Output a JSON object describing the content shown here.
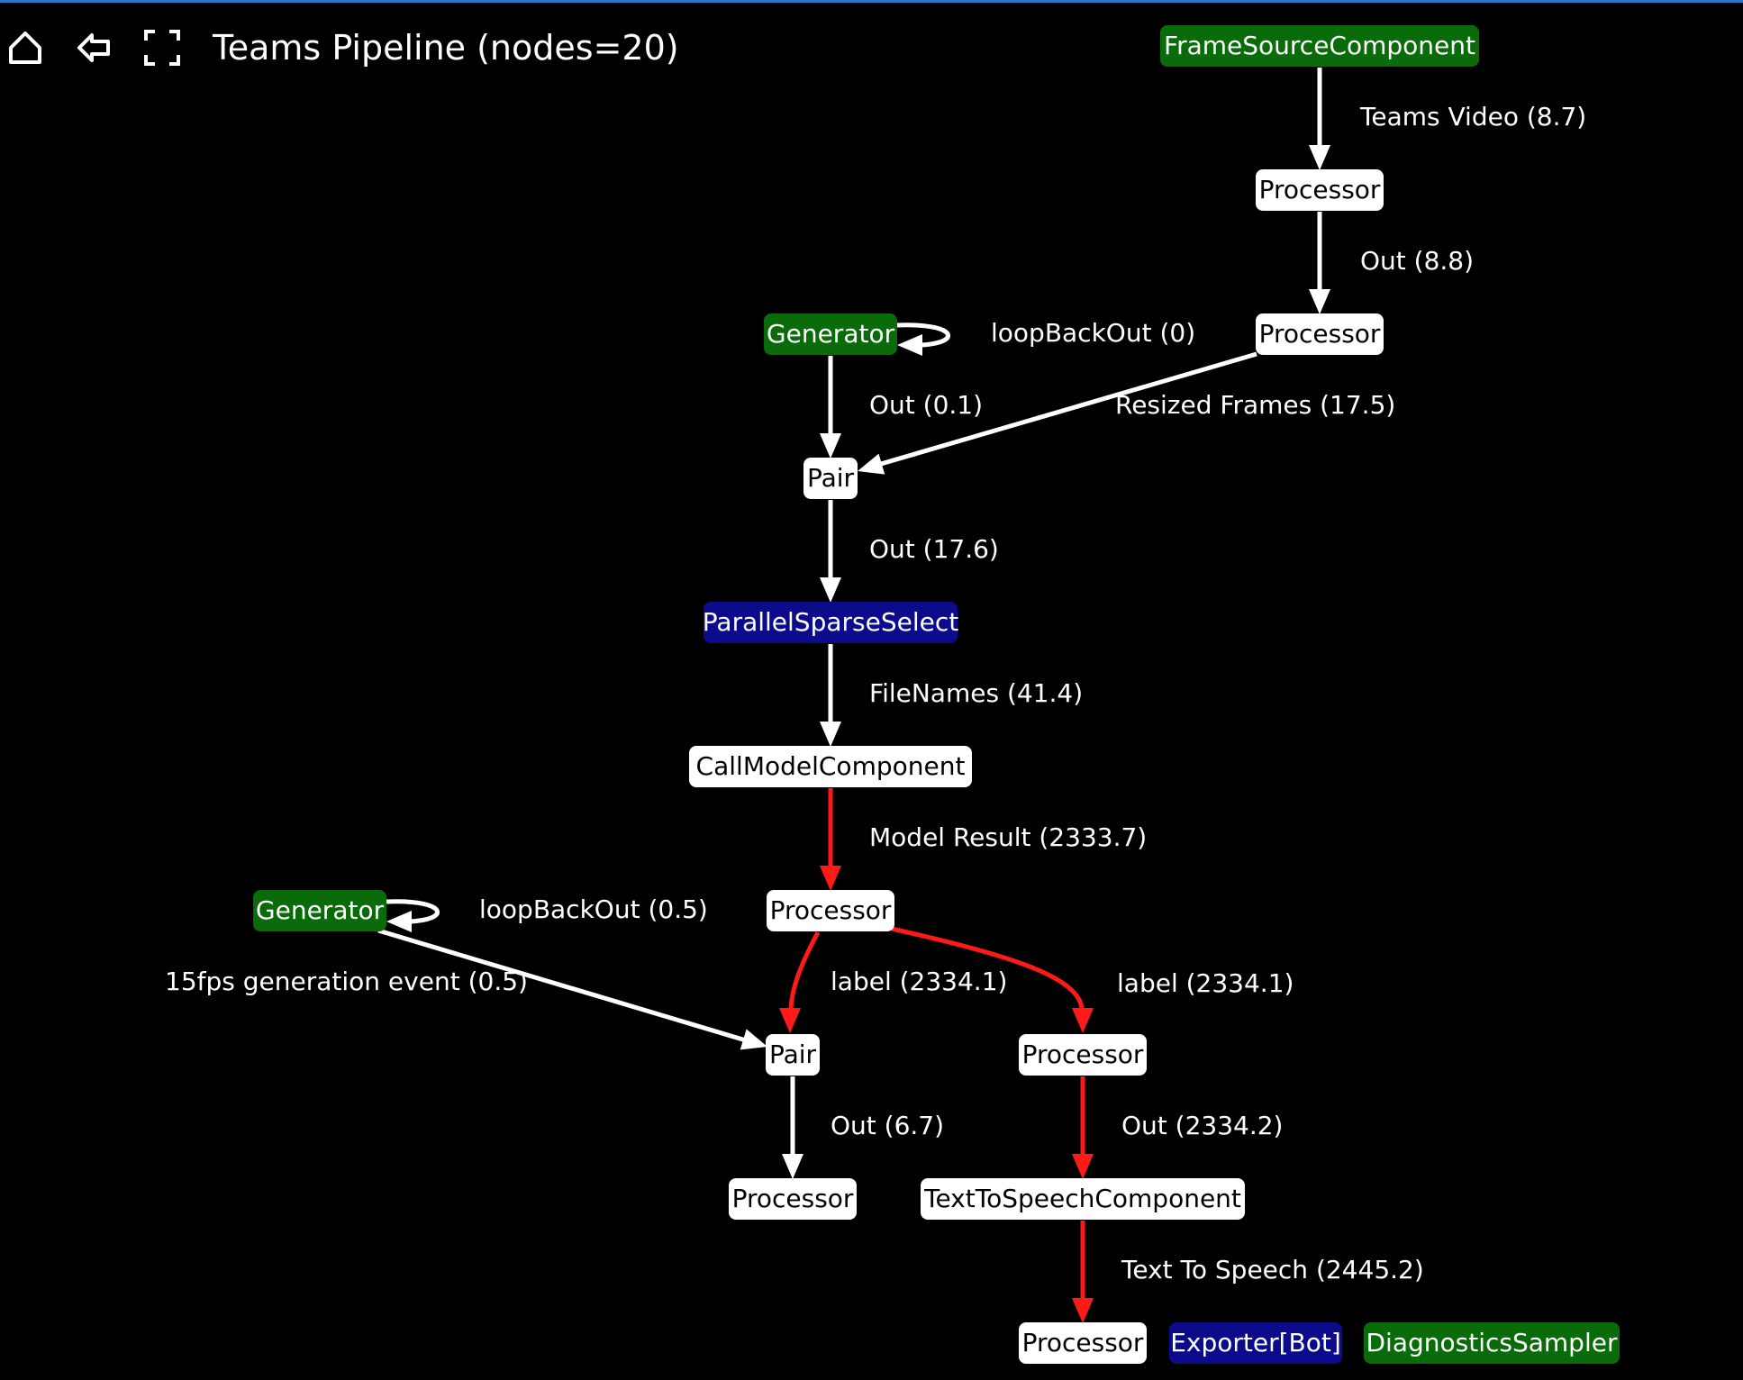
{
  "title": "Teams Pipeline (nodes=20)",
  "toolbar": {
    "home_icon": "home-icon",
    "back_icon": "back-arrow-icon",
    "fullscreen_icon": "fullscreen-icon"
  },
  "colors": {
    "green": "#0a6b0a",
    "blue": "#0b0b8c",
    "white": "#ffffff",
    "edge_white": "#ffffff",
    "edge_red": "#ff1a1a"
  },
  "nodes": [
    {
      "id": "frame-source",
      "label": "FrameSourceComponent",
      "style": "green"
    },
    {
      "id": "processor-1",
      "label": "Processor",
      "style": "white"
    },
    {
      "id": "processor-2",
      "label": "Processor",
      "style": "white"
    },
    {
      "id": "generator-1",
      "label": "Generator",
      "style": "green"
    },
    {
      "id": "pair-1",
      "label": "Pair",
      "style": "white"
    },
    {
      "id": "parallel-sparse-select",
      "label": "ParallelSparseSelect",
      "style": "blue"
    },
    {
      "id": "call-model",
      "label": "CallModelComponent",
      "style": "white"
    },
    {
      "id": "processor-3",
      "label": "Processor",
      "style": "white"
    },
    {
      "id": "generator-2",
      "label": "Generator",
      "style": "green"
    },
    {
      "id": "pair-2",
      "label": "Pair",
      "style": "white"
    },
    {
      "id": "processor-4",
      "label": "Processor",
      "style": "white"
    },
    {
      "id": "processor-5",
      "label": "Processor",
      "style": "white"
    },
    {
      "id": "tts",
      "label": "TextToSpeechComponent",
      "style": "white"
    },
    {
      "id": "processor-6",
      "label": "Processor",
      "style": "white"
    },
    {
      "id": "exporter",
      "label": "Exporter[Bot]",
      "style": "blue"
    },
    {
      "id": "diagnostics",
      "label": "DiagnosticsSampler",
      "style": "green"
    }
  ],
  "edges": [
    {
      "from": "frame-source",
      "to": "processor-1",
      "label": "Teams Video (8.7)",
      "color": "white"
    },
    {
      "from": "processor-1",
      "to": "processor-2",
      "label": "Out (8.8)",
      "color": "white"
    },
    {
      "from": "generator-1",
      "to": "generator-1",
      "label": "loopBackOut (0)",
      "color": "white"
    },
    {
      "from": "generator-1",
      "to": "pair-1",
      "label": "Out (0.1)",
      "color": "white"
    },
    {
      "from": "processor-2",
      "to": "pair-1",
      "label": "Resized Frames (17.5)",
      "color": "white"
    },
    {
      "from": "pair-1",
      "to": "parallel-sparse-select",
      "label": "Out (17.6)",
      "color": "white"
    },
    {
      "from": "parallel-sparse-select",
      "to": "call-model",
      "label": "FileNames (41.4)",
      "color": "white"
    },
    {
      "from": "call-model",
      "to": "processor-3",
      "label": "Model Result (2333.7)",
      "color": "red"
    },
    {
      "from": "generator-2",
      "to": "generator-2",
      "label": "loopBackOut (0.5)",
      "color": "white"
    },
    {
      "from": "generator-2",
      "to": "pair-2",
      "label": "15fps generation event (0.5)",
      "color": "white"
    },
    {
      "from": "processor-3",
      "to": "pair-2",
      "label": "label (2334.1)",
      "color": "red"
    },
    {
      "from": "processor-3",
      "to": "processor-5",
      "label": "label (2334.1)",
      "color": "red"
    },
    {
      "from": "pair-2",
      "to": "processor-4",
      "label": "Out (6.7)",
      "color": "white"
    },
    {
      "from": "processor-5",
      "to": "tts",
      "label": "Out (2334.2)",
      "color": "red"
    },
    {
      "from": "tts",
      "to": "processor-6",
      "label": "Text To Speech (2445.2)",
      "color": "red"
    }
  ]
}
